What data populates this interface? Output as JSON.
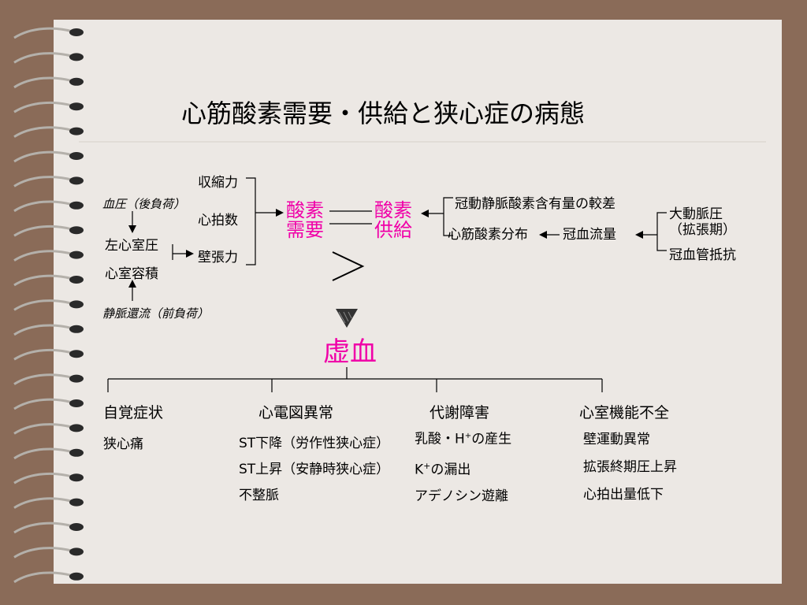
{
  "title": "心筋酸素需要・供給と狭心症の病態",
  "demand_factors": {
    "contractility": "収縮力",
    "heart_rate": "心拍数",
    "wall_tension": "壁張力"
  },
  "afterload": "血圧（後負荷）",
  "lv": {
    "pressure": "左心室圧",
    "volume": "心室容積"
  },
  "preload": "静脈還流（前負荷）",
  "oxygen_demand": {
    "line1": "酸素",
    "line2": "需要"
  },
  "oxygen_supply": {
    "line1": "酸素",
    "line2": "供給"
  },
  "inequality_symbol": ">",
  "supply_factors": {
    "av_difference": "冠動静脈酸素含有量の較差",
    "distribution": "心筋酸素分布",
    "coronary_flow": "冠血流量",
    "aortic_pressure_1": "大動脈圧",
    "aortic_pressure_2": "（拡張期）",
    "coronary_resistance": "冠血管抵抗"
  },
  "ischemia": "虚血",
  "consequences": [
    {
      "heading": "自覚症状",
      "items": [
        "狭心痛"
      ]
    },
    {
      "heading": "心電図異常",
      "items": [
        "ST下降（労作性狭心症）",
        "ST上昇（安静時狭心症）",
        "不整脈"
      ]
    },
    {
      "heading": "代謝障害",
      "items": [
        "乳酸・H",
        "K",
        "アデノシン遊離"
      ],
      "sup": [
        "+",
        "+"
      ],
      "suffix": [
        "の産生",
        "の漏出"
      ]
    },
    {
      "heading": "心室機能不全",
      "items": [
        "壁運動異常",
        "拡張終期圧上昇",
        "心拍出量低下"
      ]
    }
  ],
  "colors": {
    "accent": "#f000a8",
    "frame": "#8a6b58",
    "paper": "#ece8e4"
  }
}
